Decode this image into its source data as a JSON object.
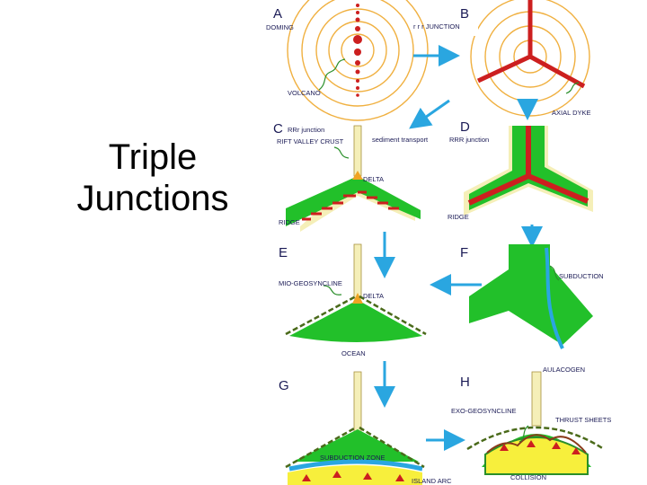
{
  "title": {
    "line1": "Triple",
    "line2": "Junctions"
  },
  "panels": {
    "a": {
      "letter": "A",
      "labels": {
        "doming": "DOMING",
        "volcano": "VOLCANO"
      }
    },
    "b": {
      "letter": "B",
      "labels": {
        "junction": "r r r JUNCTION",
        "axial_dyke": "AXIAL DYKE"
      }
    },
    "c": {
      "letter": "C",
      "labels": {
        "junction": "RRr junction",
        "rift": "RIFT VALLEY CRUST",
        "sediment": "sediment transport",
        "delta": "DELTA",
        "ridge": "RIDGE"
      }
    },
    "d": {
      "letter": "D",
      "labels": {
        "junction": "RRR junction",
        "ridge": "RIDGE"
      }
    },
    "e": {
      "letter": "E",
      "labels": {
        "geosyncline": "MIO-GEOSYNCLINE",
        "delta": "DELTA",
        "ocean": "OCEAN"
      }
    },
    "f": {
      "letter": "F",
      "labels": {
        "subduction": "SUBDUCTION"
      }
    },
    "g": {
      "letter": "G",
      "labels": {
        "zone": "SUBDUCTION ZONE",
        "arc": "ISLAND ARC"
      }
    },
    "h": {
      "letter": "H",
      "labels": {
        "aulacogen": "AULACOGEN",
        "exo": "EXO-GEOSYNCLINE",
        "thrust": "THRUST SHEETS",
        "collision": "COLLISION"
      }
    }
  },
  "colors": {
    "crust_green": "#22c02a",
    "ridge_red": "#cc1f1f",
    "rift_cream": "#f5efb8",
    "delta_orange": "#f0a424",
    "arrow_blue": "#2aa6e0",
    "dome_orange": "#f0b040",
    "label_navy": "#1a1a55",
    "arc_yellow": "#f7ef3c"
  }
}
